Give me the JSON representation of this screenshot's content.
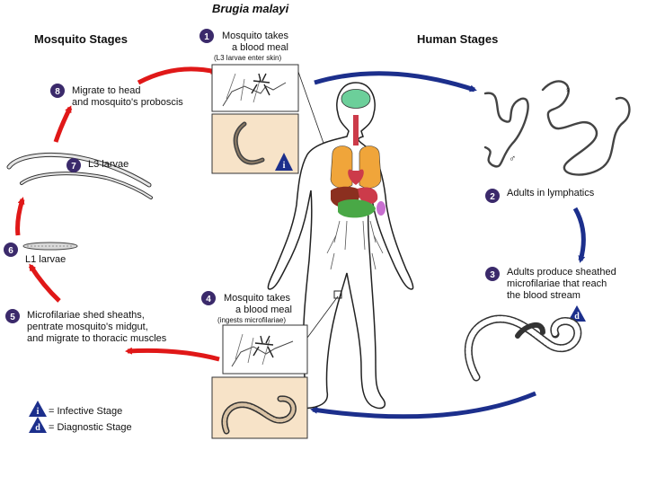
{
  "title": "Brugia malayi",
  "headers": {
    "mosquito": "Mosquito Stages",
    "human": "Human Stages"
  },
  "steps": {
    "s1": {
      "num": "1",
      "line1": "Mosquito takes",
      "line2": "a blood meal",
      "note": "(L3 larvae enter skin)"
    },
    "s2": {
      "num": "2",
      "line1": "Adults in lymphatics"
    },
    "s3": {
      "num": "3",
      "line1": "Adults produce sheathed",
      "line2": "microfilariae that reach",
      "line3": "the blood stream"
    },
    "s4": {
      "num": "4",
      "line1": "Mosquito takes",
      "line2": "a blood meal",
      "note": "(ingests microfilariae)"
    },
    "s5": {
      "num": "5",
      "line1": "Microfilariae shed sheaths,",
      "line2": "pentrate mosquito's midgut,",
      "line3": "and migrate to thoracic muscles"
    },
    "s6": {
      "num": "6",
      "line1": "L1 larvae"
    },
    "s7": {
      "num": "7",
      "line1": "L3 larvae"
    },
    "s8": {
      "num": "8",
      "line1": "Migrate to head",
      "line2": "and mosquito's proboscis"
    }
  },
  "legend": {
    "infective_symbol": "i",
    "infective_label": "= Infective Stage",
    "diagnostic_symbol": "d",
    "diagnostic_label": "= Diagnostic Stage"
  },
  "symbols": {
    "female": "♀",
    "male": "♂"
  },
  "colors": {
    "mosquito_arrow": "#e01818",
    "human_arrow": "#1c2f8c",
    "badge": "#3b2a6b",
    "box_fill": "#f7e3c8",
    "lung": "#f0a53a",
    "brain": "#6ccf9a",
    "liver": "#8b2f1f",
    "stomach": "#cc3b4a",
    "intestine": "#49a846",
    "kidney": "#c86fd0"
  }
}
